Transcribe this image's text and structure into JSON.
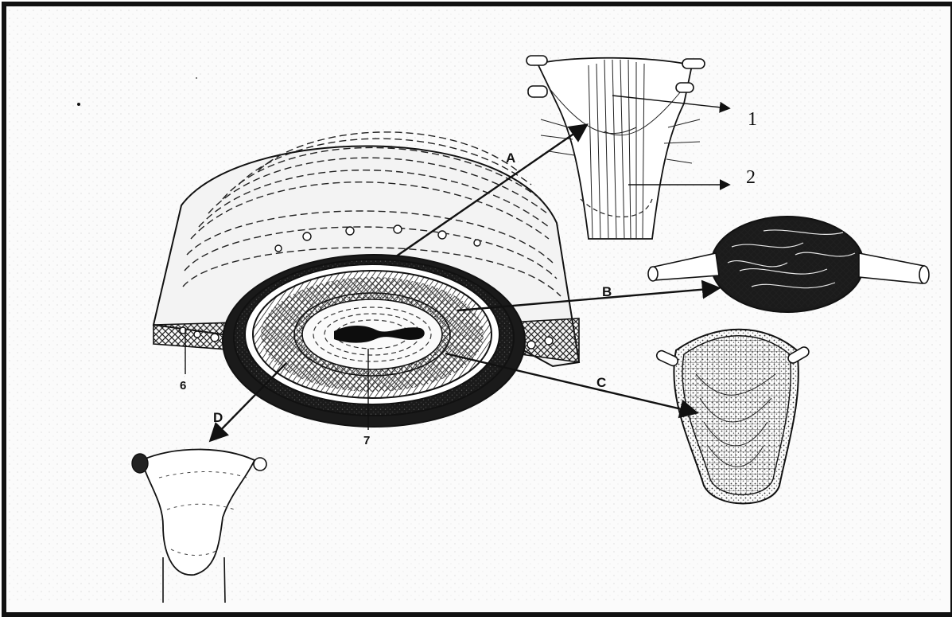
{
  "labels": {
    "a": "A",
    "b": "B",
    "c": "C",
    "d": "D",
    "num1": "1",
    "num2": "2",
    "num6": "6",
    "num7": "7"
  },
  "colors": {
    "ink": "#111111",
    "paper": "#fbfbfb",
    "frame": "#111111"
  }
}
